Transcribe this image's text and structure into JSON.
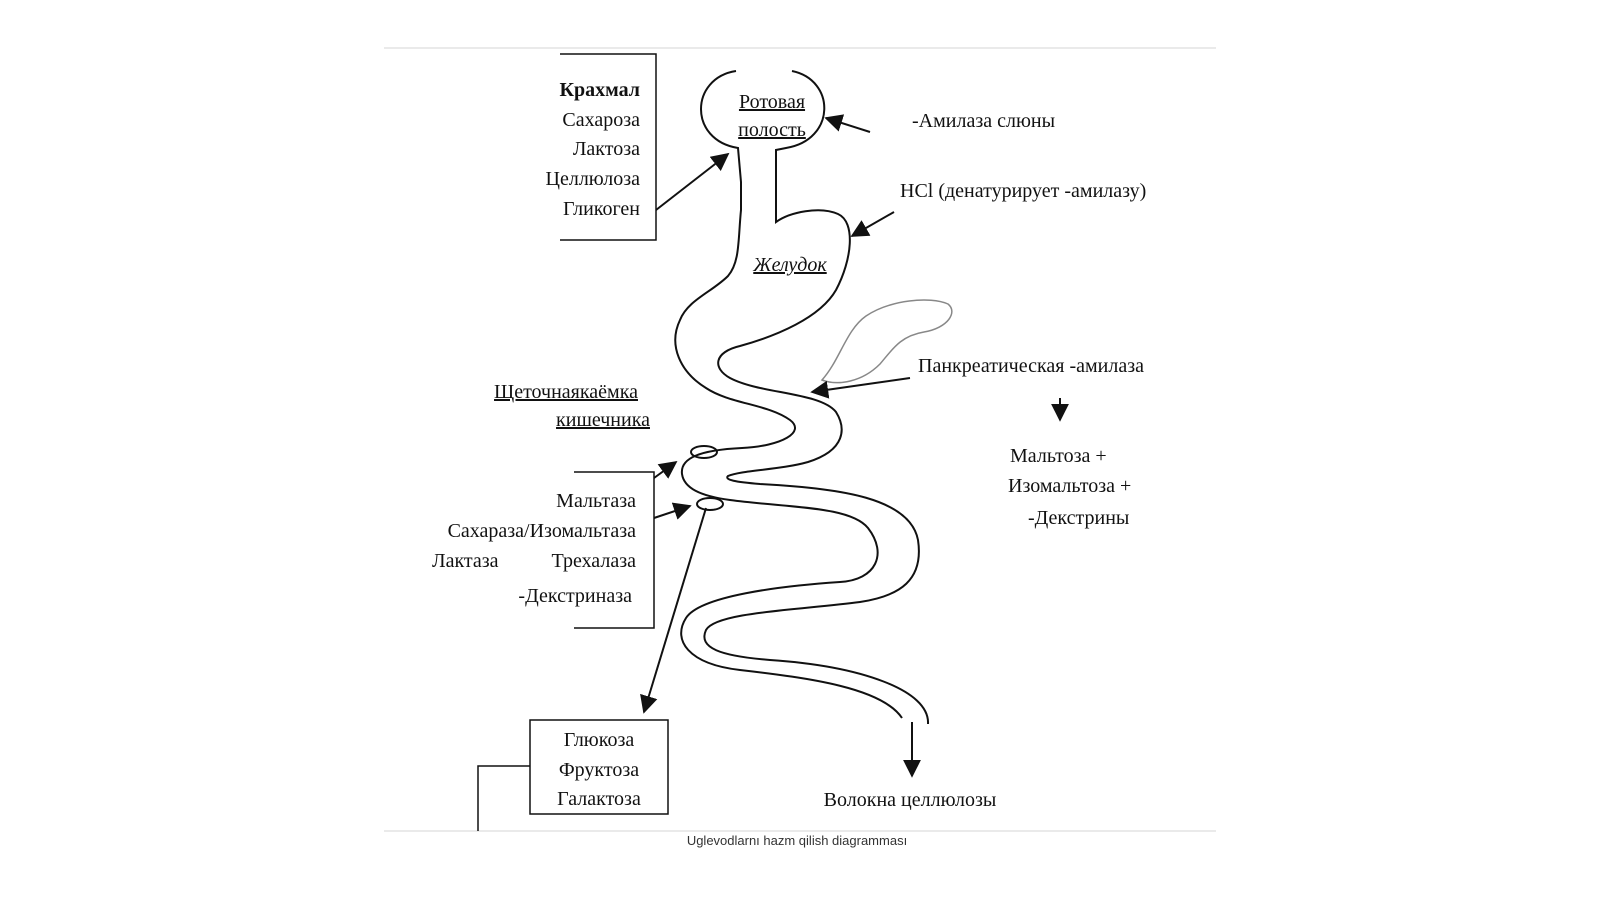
{
  "labels": {
    "mouth_line1": "Ротовая",
    "mouth_line2": "полость",
    "stomach": "Желудок",
    "brush_line1": "Щеточнаякаёмка",
    "brush_line2": "кишечника",
    "amylase_saliva": "-Амилаза слюны",
    "hcl_note": "HCl  (денатурирует    -амилазу)",
    "pancreatic_amylase": "Панкреатическая   -амилаза",
    "cellulose_fibers": "Волокна целлюлозы"
  },
  "carbohydrates": [
    "Крахмал",
    "Сахароза",
    "Лактоза",
    "Целлюлоза",
    "Гликоген"
  ],
  "brush_enzymes": {
    "line1": "Мальтаза",
    "line2": "Сахараза/Изомальтаза",
    "line3a": "Лактаза",
    "line3b": "Трехалаза",
    "line4": "-Декстриназа"
  },
  "pancreatic_products": [
    "Мальтоза      +",
    "Изомальтоза +",
    "-Декстрины"
  ],
  "monosaccharides": [
    "Глюкоза",
    "Фруктоза",
    "Галактоза"
  ],
  "caption": "Uglevodlarnı hazm qilish diagramması"
}
